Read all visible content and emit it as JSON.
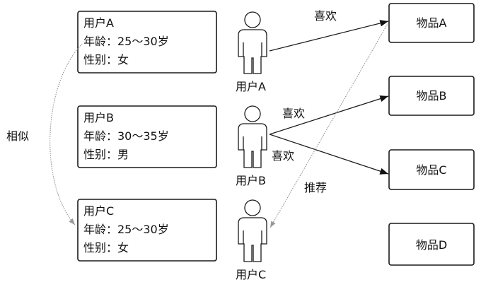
{
  "user_profiles": [
    {
      "name": "用户A",
      "age": "年龄：25～30岁",
      "gender": "性别：女"
    },
    {
      "name": "用户B",
      "age": "年龄：30～35岁",
      "gender": "性别：男"
    },
    {
      "name": "用户C",
      "age": "年龄：25～30岁",
      "gender": "性别：女"
    }
  ],
  "persons": [
    {
      "label": "用户A"
    },
    {
      "label": "用户B"
    },
    {
      "label": "用户C"
    }
  ],
  "items": [
    {
      "label": "物品A"
    },
    {
      "label": "物品B"
    },
    {
      "label": "物品C"
    },
    {
      "label": "物品D"
    }
  ],
  "relations": {
    "similar": "相似",
    "like_a": "喜欢",
    "like_b_upper": "喜欢",
    "like_b_lower": "喜欢",
    "recommend": "推荐"
  }
}
